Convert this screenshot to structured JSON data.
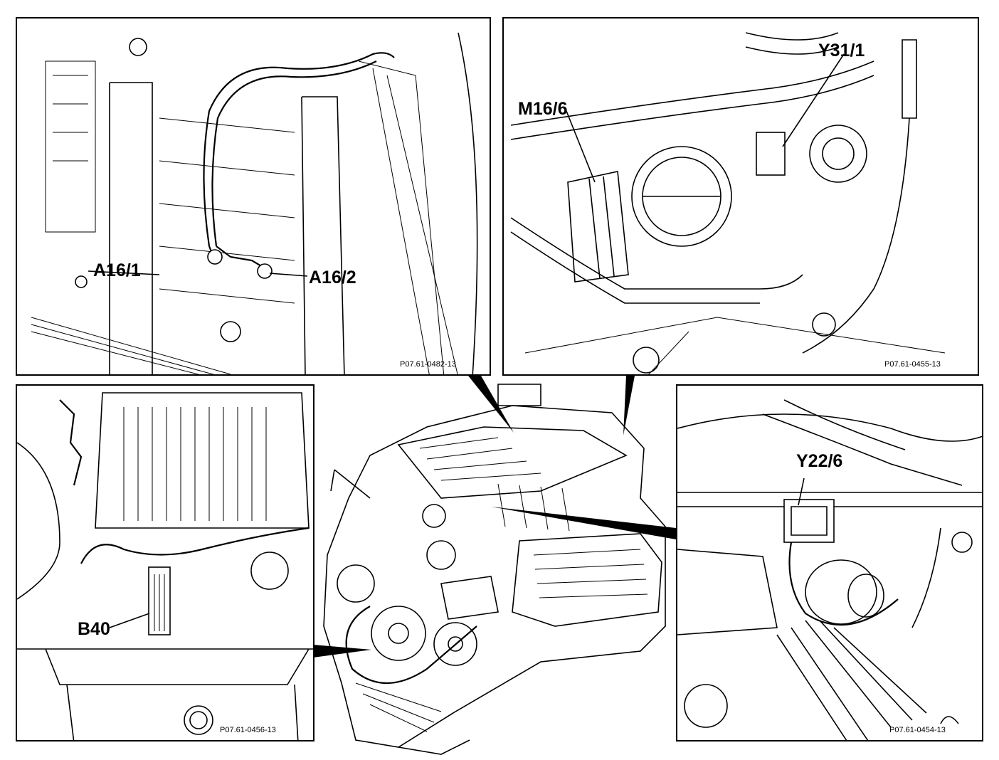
{
  "panels": {
    "top_left": {
      "callouts": [
        "A16/1",
        "A16/2"
      ],
      "code": "P07.61-0482-13"
    },
    "top_right": {
      "callouts": [
        "M16/6",
        "Y31/1"
      ],
      "code": "P07.61-0455-13"
    },
    "bottom_left": {
      "callouts": [
        "B40"
      ],
      "code": "P07.61-0456-13"
    },
    "bottom_right": {
      "callouts": [
        "Y22/6"
      ],
      "code": "P07.61-0454-13"
    }
  }
}
